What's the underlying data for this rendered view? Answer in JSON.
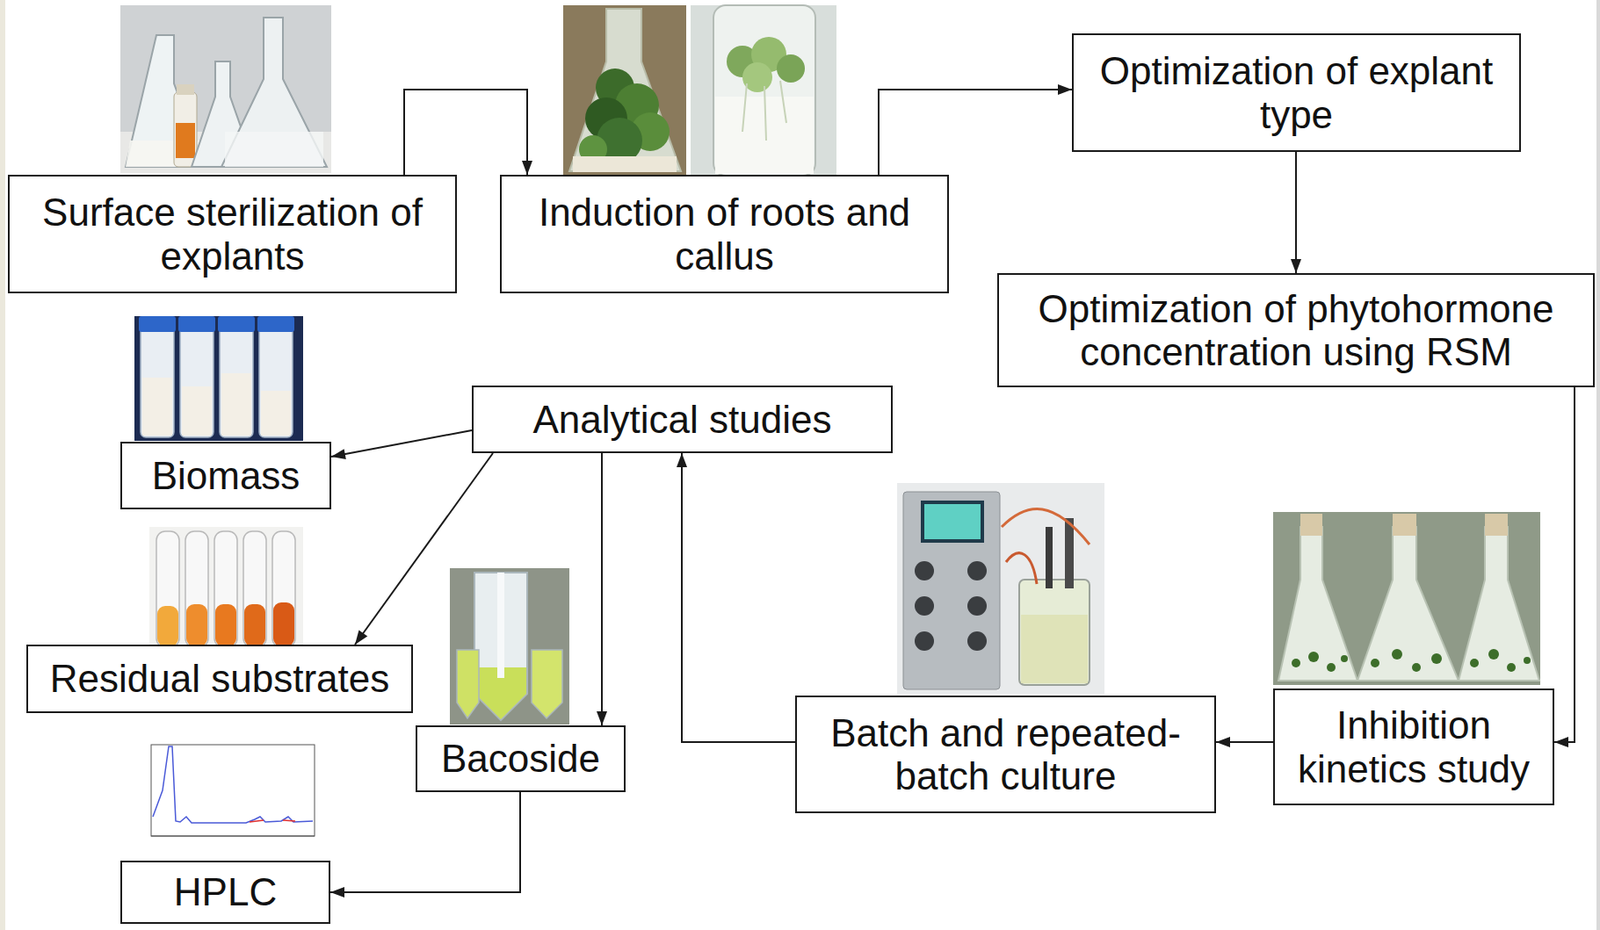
{
  "diagram": {
    "nodes": [
      {
        "text": [
          "Surface sterilization of explants"
        ]
      },
      {
        "text": [
          "Induction of roots and callus"
        ]
      },
      {
        "text": [
          "Optimization of explant type"
        ]
      },
      {
        "text": [
          "Optimization of phytohormone concentration using RSM"
        ]
      },
      {
        "text": [
          "Inhibition kinetics study"
        ]
      },
      {
        "text": [
          "Batch and repeated-batch culture"
        ]
      },
      {
        "text": [
          "Analytical studies"
        ]
      },
      {
        "text": [
          "Biomass"
        ]
      },
      {
        "text": [
          "Residual substrates"
        ]
      },
      {
        "text": [
          "Bacoside"
        ]
      },
      {
        "text": [
          "HPLC"
        ]
      }
    ],
    "edges": [
      {
        "from": 0,
        "to": 1,
        "arrow": "to"
      },
      {
        "from": 1,
        "to": 2,
        "arrow": "to"
      },
      {
        "from": 2,
        "to": 3,
        "arrow": "to"
      },
      {
        "from": 3,
        "to": 4,
        "arrow": "to"
      },
      {
        "from": 4,
        "to": 5,
        "arrow": "to"
      },
      {
        "from": 5,
        "to": 6,
        "arrow": "to"
      },
      {
        "from": 6,
        "to": 7,
        "arrow": "to"
      },
      {
        "from": 6,
        "to": 8,
        "arrow": "to"
      },
      {
        "from": 6,
        "to": 9,
        "arrow": "to"
      },
      {
        "from": 9,
        "to": 10,
        "arrow": "to"
      }
    ]
  }
}
